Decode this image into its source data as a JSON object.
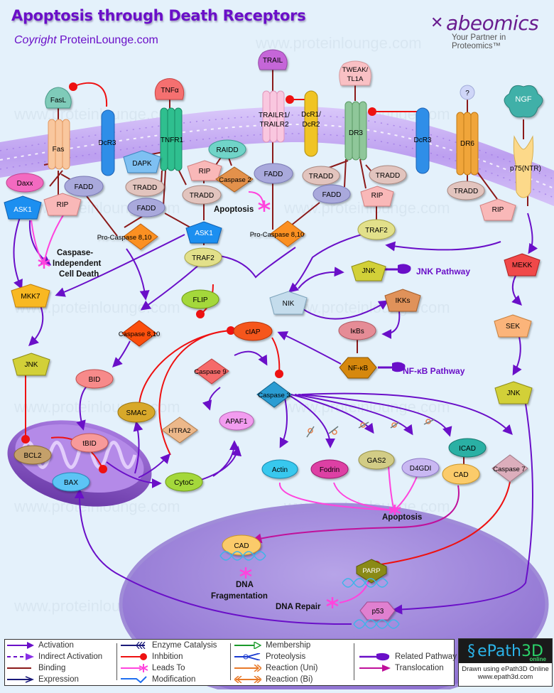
{
  "header": {
    "title": "Apoptosis through Death Receptors",
    "copyright_italic": "Coyright",
    "copyright_site": "ProteinLounge.com"
  },
  "logo": {
    "brand": "abeomics",
    "tagline": "Your Partner in Proteomics™"
  },
  "colors": {
    "title": "#6a0fc8",
    "activation": "#6a0fc8",
    "inhibition": "#ee1111",
    "binding": "#8b1a1a",
    "leads_to": "#ff44dd",
    "translocation": "#c0109a",
    "background": "#e4f1fb",
    "membrane": "#c7a8f2",
    "mitochondrion": "#8a55c8",
    "nucleus": "#9c82d8"
  },
  "receptors": {
    "fasl": "FasL",
    "fas": "Fas",
    "dcr3_left": "DcR3",
    "tnfa": "TNFα",
    "tnfr1": "TNFR1",
    "trail": "TRAIL",
    "trailr": [
      "TRAILR1/",
      "TRAILR2"
    ],
    "dcr1": [
      "DcR1/",
      "DcR2"
    ],
    "tweak": [
      "TWEAK/",
      "TL1A"
    ],
    "dr3": "DR3",
    "dcr3_right": "DcR3",
    "unknown_ligand": "?",
    "dr6": "DR6",
    "ngf": "NGF",
    "p75": "p75(NTR)"
  },
  "nodes": {
    "daxx": "Daxx",
    "fadd_fas": "FADD",
    "ask1_left": "ASK1",
    "rip_fas": "RIP",
    "dapk": "DAPK",
    "tradd_tnfr1": "TRADD",
    "fadd_tnfr1": "FADD",
    "raidd": "RAIDD",
    "rip_tnfr1": "RIP",
    "caspase2": "Caspase 2",
    "tradd_mid": "TRADD",
    "apoptosis_casp2": "Apoptosis",
    "ask1_mid": "ASK1",
    "traf2_mid": "TRAF2",
    "fadd_trail": "FADD",
    "procasp_left": "Pro-Caspase 8,10",
    "procasp_right": "Pro-Caspase 8,10",
    "tradd_dr3_left": "TRADD",
    "tradd_dr3_right": "TRADD",
    "fadd_dr3": "FADD",
    "rip_dr3": "RIP",
    "traf2_right": "TRAF2",
    "tradd_dr6": "TRADD",
    "rip_dr6": "RIP",
    "caspase_independent": [
      "Caspase-",
      "Independent",
      "Cell Death"
    ],
    "mkk7": "MKK7",
    "jnk_left": "JNK",
    "nik": "NIK",
    "jnk_mid": "JNK",
    "jnk_pathway": "JNK Pathway",
    "ikks": "IKKs",
    "ikbs": "IκBs",
    "nfkb": "NF-κB",
    "nfkb_pathway": "NF-κB Pathway",
    "mekk": "MEKK",
    "sek": "SEK",
    "jnk_right": "JNK",
    "flip": "FLIP",
    "caspase810": "Caspase 8,10",
    "ciap": "cIAP",
    "bid": "BID",
    "caspase9": "Caspase 9",
    "caspase3": "Caspase 3",
    "smac": "SMAC",
    "htra2": "HTRA2",
    "apaf1": "APAF1",
    "bcl2": "BCL2",
    "tbid": "tBID",
    "bax": "BAX",
    "cytoc": "CytoC",
    "actin": "Actin",
    "fodrin": "Fodrin",
    "gas2": "GAS2",
    "d4gdi": "D4GDI",
    "icad": "ICAD",
    "cad": "CAD",
    "caspase7": "Caspase 7",
    "apoptosis_bottom": "Apoptosis",
    "cad_nucleus": "CAD",
    "dna_fragmentation": [
      "DNA",
      "Fragmentation"
    ],
    "parp": "PARP",
    "dna_repair": "DNA Repair",
    "p53": "p53"
  },
  "legend": {
    "col1": [
      "Activation",
      "Indirect Activation",
      "Binding",
      "Expression"
    ],
    "col2": [
      "Enzyme Catalysis",
      "Inhbition",
      "Leads To",
      "Modification"
    ],
    "col3": [
      "Membership",
      "Proteolysis",
      "Reaction (Uni)",
      "Reaction (Bi)"
    ],
    "col4": [
      "Related Pathway",
      "Translocation"
    ]
  },
  "epath": {
    "logo_text": "ePath",
    "logo_3d": "3D",
    "online": "online",
    "line1": "Drawn using ePath3D Online",
    "line2": "www.epath3d.com"
  }
}
